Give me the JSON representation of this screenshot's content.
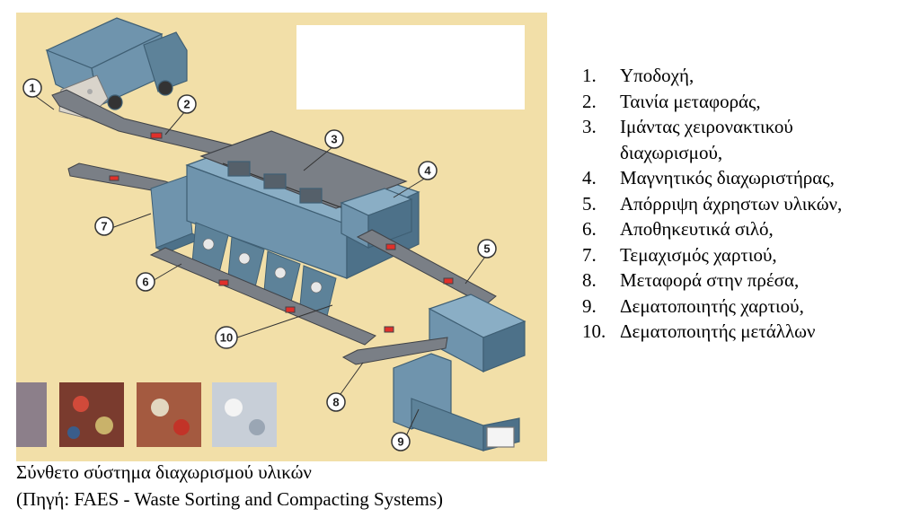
{
  "legend": [
    {
      "num": "1.",
      "label": "Υποδοχή,"
    },
    {
      "num": "2.",
      "label": "Ταινία μεταφοράς,"
    },
    {
      "num": "3.",
      "label": "Ιμάντας χειρονακτικού"
    },
    {
      "num": "",
      "label": "διαχωρισμού,"
    },
    {
      "num": "4.",
      "label": "Μαγνητικός διαχωριστήρας,"
    },
    {
      "num": "5.",
      "label": "Απόρριψη άχρηστων υλικών,"
    },
    {
      "num": "6.",
      "label": "Αποθηκευτικά σιλό,"
    },
    {
      "num": "7.",
      "label": "Τεμαχισμός χαρτιού,"
    },
    {
      "num": "8.",
      "label": "Μεταφορά στην πρέσα,"
    },
    {
      "num": "9.",
      "label": "Δεματοποιητής χαρτιού,"
    },
    {
      "num": "10.",
      "label": "Δεματοποιητής μετάλλων"
    }
  ],
  "callouts": [
    "1",
    "2",
    "3",
    "4",
    "5",
    "6",
    "7",
    "8",
    "9",
    "10"
  ],
  "caption": {
    "line1": "Σύνθετο σύστημα διαχωρισμού υλικών",
    "line2": "(Πηγή: FAES - Waste Sorting and Compacting Systems)"
  },
  "colors": {
    "background": "#f2dfa8",
    "machinery": "#6f94ad",
    "machinery_dark": "#4d7189",
    "belt": "#7a7f86",
    "marker": "#e0302a"
  }
}
